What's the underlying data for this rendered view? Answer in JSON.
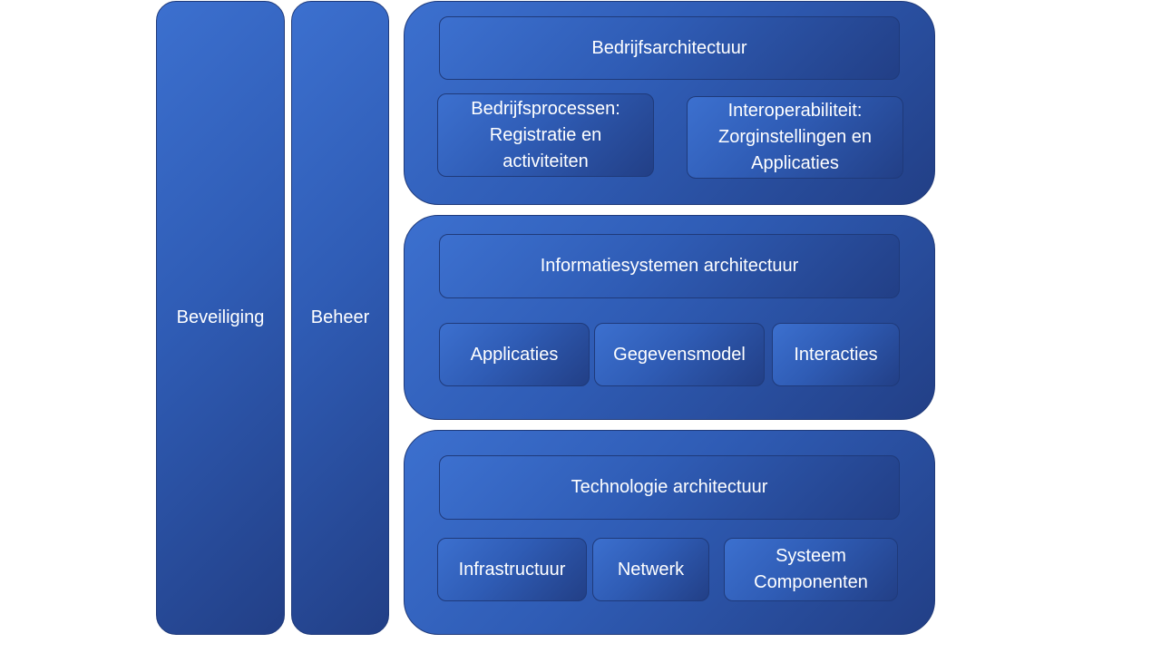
{
  "pillars": {
    "security": "Beveiliging",
    "management": "Beheer"
  },
  "business_layer": {
    "title": "Bedrijfsarchitectuur",
    "processes": "Bedrijfsprocessen:\nRegistratie en\nactiviteiten",
    "interoperability": "Interoperabiliteit:\nZorginstellingen en\nApplicaties"
  },
  "information_layer": {
    "title": "Informatiesystemen architectuur",
    "applications": "Applicaties",
    "data_model": "Gegevensmodel",
    "interactions": "Interacties"
  },
  "technology_layer": {
    "title": "Technologie architectuur",
    "infrastructure": "Infrastructuur",
    "network": "Netwerk",
    "system_components": "Systeem\nComponenten"
  }
}
